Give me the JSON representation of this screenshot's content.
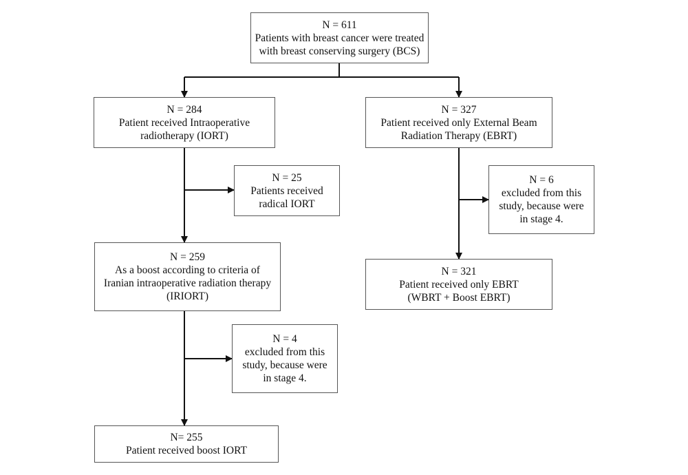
{
  "flowchart": {
    "root": {
      "lines": [
        "N = 611",
        "Patients with breast cancer were treated",
        "with breast conserving surgery (BCS)"
      ]
    },
    "left": {
      "iort": {
        "lines": [
          "N = 284",
          "Patient received Intraoperative",
          "radiotherapy (IORT)"
        ]
      },
      "radical": {
        "lines": [
          "N = 25",
          "Patients received",
          "radical IORT"
        ]
      },
      "boost_criteria": {
        "lines": [
          "N = 259",
          "As a boost according to criteria of",
          "Iranian intraoperative radiation therapy",
          "(IRIORT)"
        ]
      },
      "excluded": {
        "lines": [
          "N = 4",
          "excluded from this",
          "study, because were",
          "in stage 4."
        ]
      },
      "final": {
        "lines": [
          "N= 255",
          "Patient received boost IORT"
        ]
      }
    },
    "right": {
      "ebrt": {
        "lines": [
          "N = 327",
          "Patient received only External Beam",
          "Radiation Therapy (EBRT)"
        ]
      },
      "excluded": {
        "lines": [
          "N = 6",
          "excluded from this",
          "study, because were",
          "in stage 4."
        ]
      },
      "final": {
        "lines": [
          "N = 321",
          "Patient received only EBRT",
          "(WBRT + Boost EBRT)"
        ]
      }
    }
  }
}
